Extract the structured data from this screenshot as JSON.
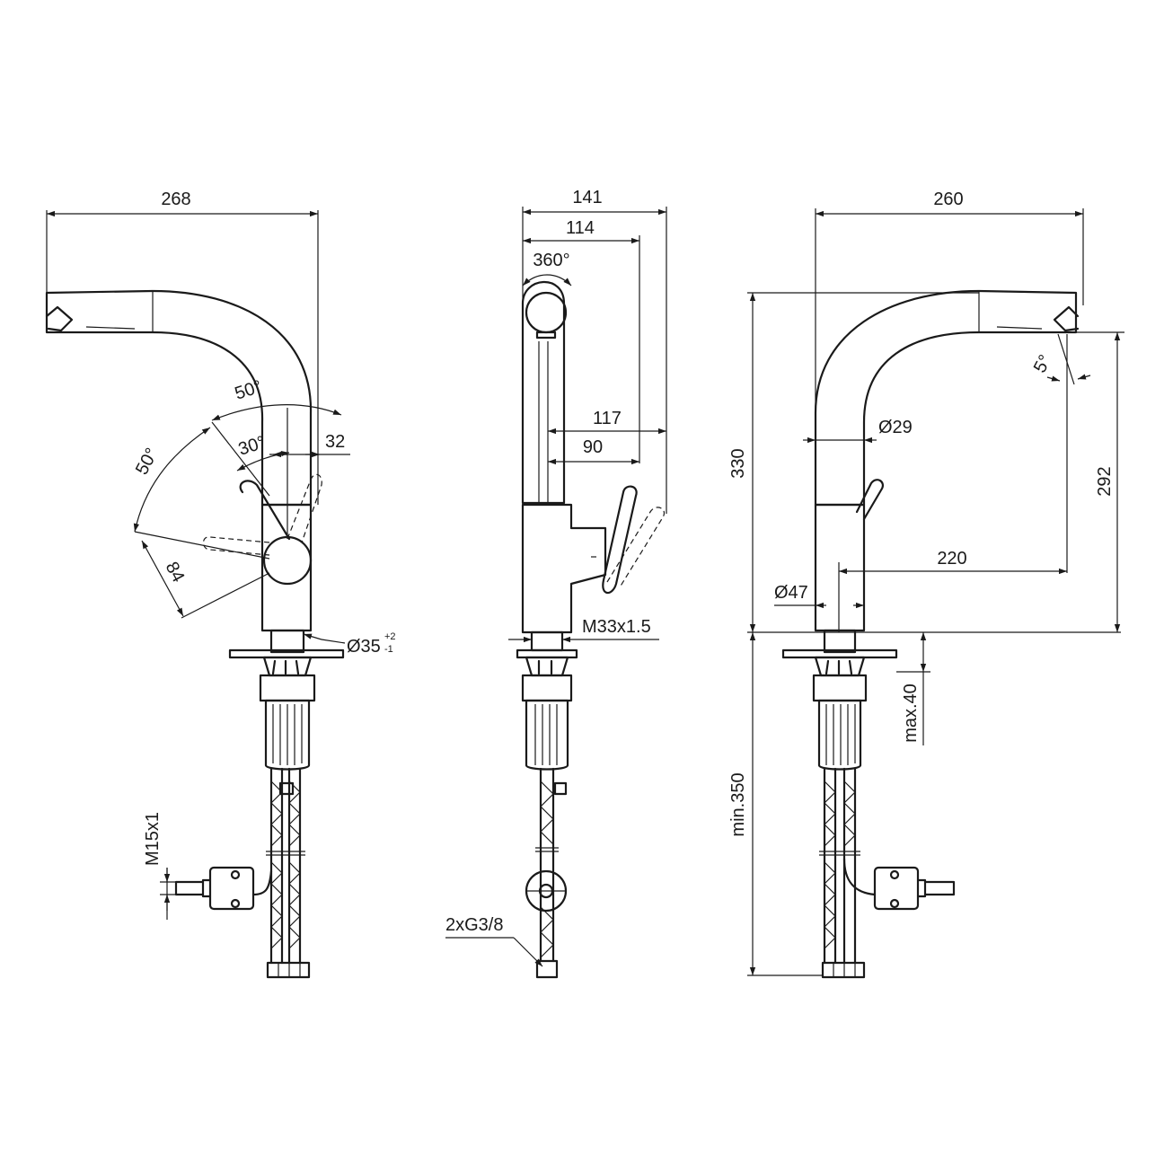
{
  "left_view": {
    "dims": {
      "width_268": "268",
      "angle_50_top": "50°",
      "angle_30": "30°",
      "dim_32": "32",
      "angle_50_left": "50°",
      "dim_84": "84",
      "dia_35": "Ø35",
      "tol_plus": "+2",
      "tol_minus": "-1",
      "thread_m15": "M15x1"
    }
  },
  "middle_view": {
    "dims": {
      "width_141": "141",
      "width_114": "114",
      "rotation_360": "360°",
      "dim_117": "117",
      "dim_90": "90",
      "thread_m33": "M33x1.5",
      "conn_g38": "2xG3/8"
    }
  },
  "right_view": {
    "dims": {
      "width_260": "260",
      "height_330": "330",
      "angle_5": "5°",
      "dia_29": "Ø29",
      "height_292": "292",
      "dim_220": "220",
      "dia_47": "Ø47",
      "max_40": "max.40",
      "min_350": "min.350"
    }
  }
}
